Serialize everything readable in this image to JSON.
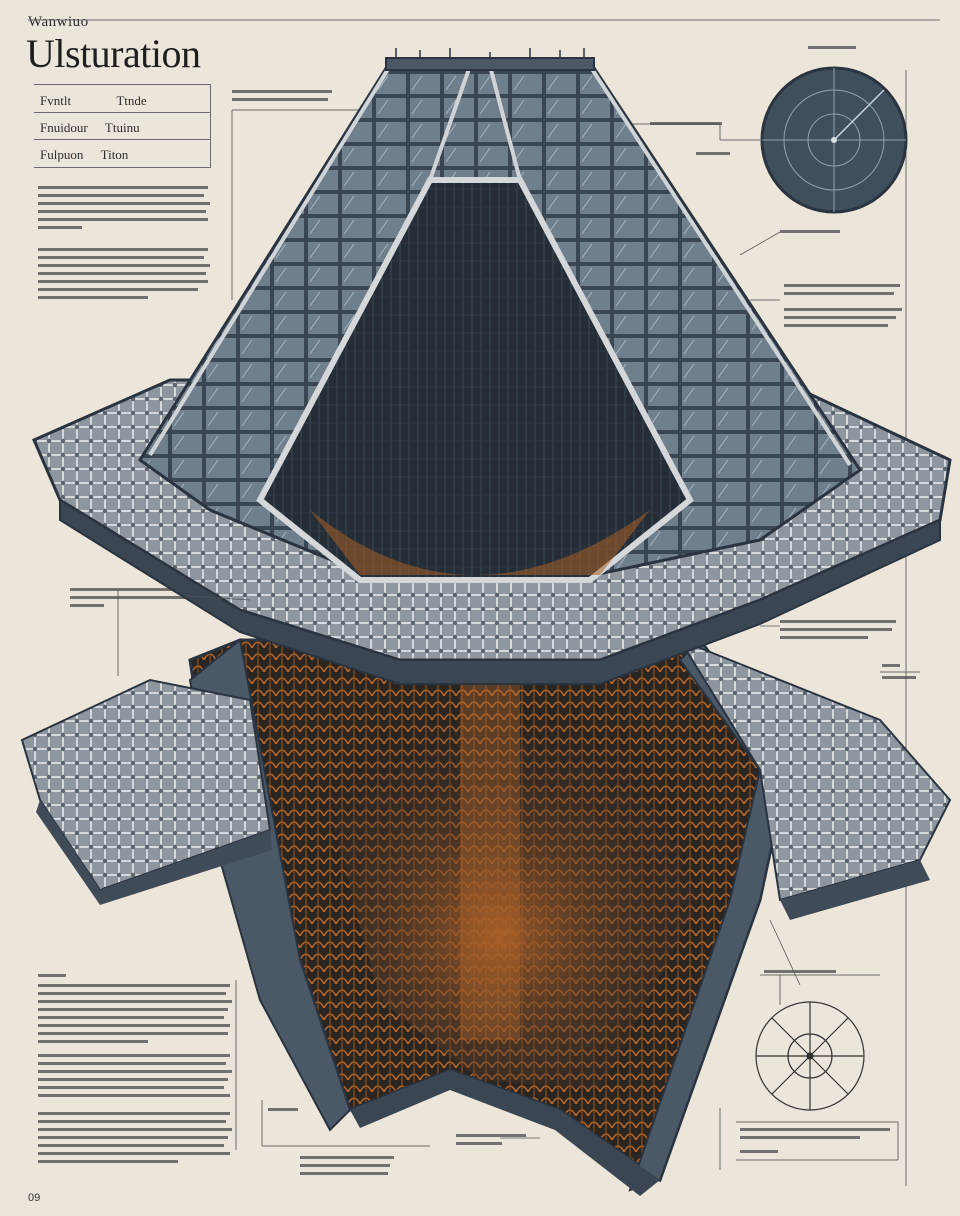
{
  "title": {
    "kicker": "Wanwiuo",
    "main": "Ulsturation"
  },
  "spec": {
    "row1_a": "Fvntlt",
    "row1_b": "Ttnde",
    "row2_a": "Fnuidour",
    "row2_b": "Ttuinu",
    "row3_a": "Fulpuon",
    "row3_b": "Titon"
  },
  "page_number": "09",
  "colors": {
    "paper": "#ece6da",
    "steel": "#4b5866",
    "steel_dark": "#2a3440",
    "glass": "#8d9ba6",
    "lattice_light": "#c9cdd0",
    "copper": "#b4672a",
    "ink": "#2b2b2b"
  }
}
